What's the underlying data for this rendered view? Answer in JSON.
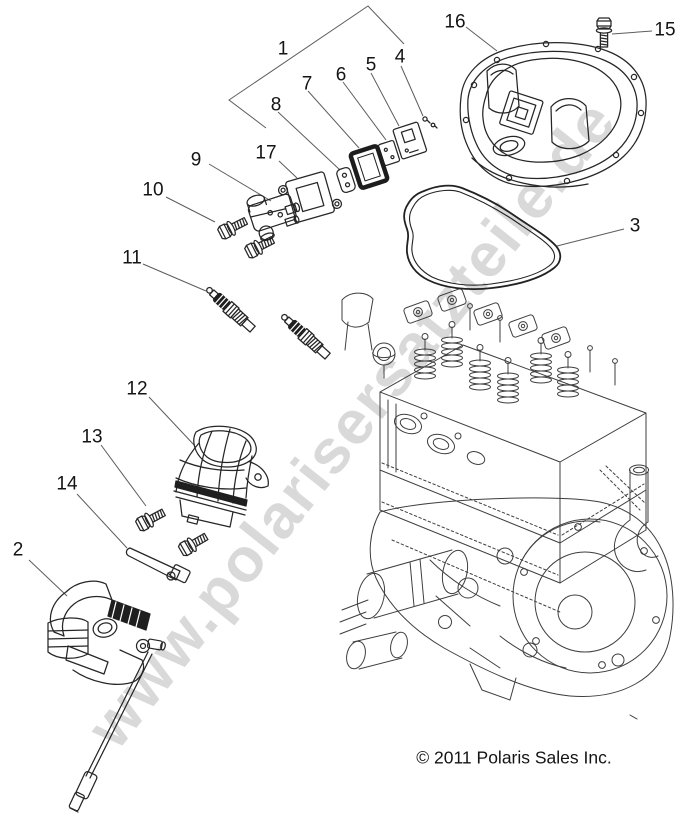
{
  "watermark": {
    "text": "www.polarisersatzteile.de",
    "color": "#d9d9d9"
  },
  "copyright": {
    "text": "© 2011 Polaris Sales Inc."
  },
  "callouts": {
    "c1": "1",
    "c2": "2",
    "c3": "3",
    "c4": "4",
    "c5": "5",
    "c6": "6",
    "c7": "7",
    "c8": "8",
    "c9": "9",
    "c10": "10",
    "c11": "11",
    "c12": "12",
    "c13": "13",
    "c14": "14",
    "c15": "15",
    "c16": "16",
    "c17": "17"
  },
  "colors": {
    "background": "#ffffff",
    "line": "#3e3e3e",
    "label": "#141414"
  }
}
